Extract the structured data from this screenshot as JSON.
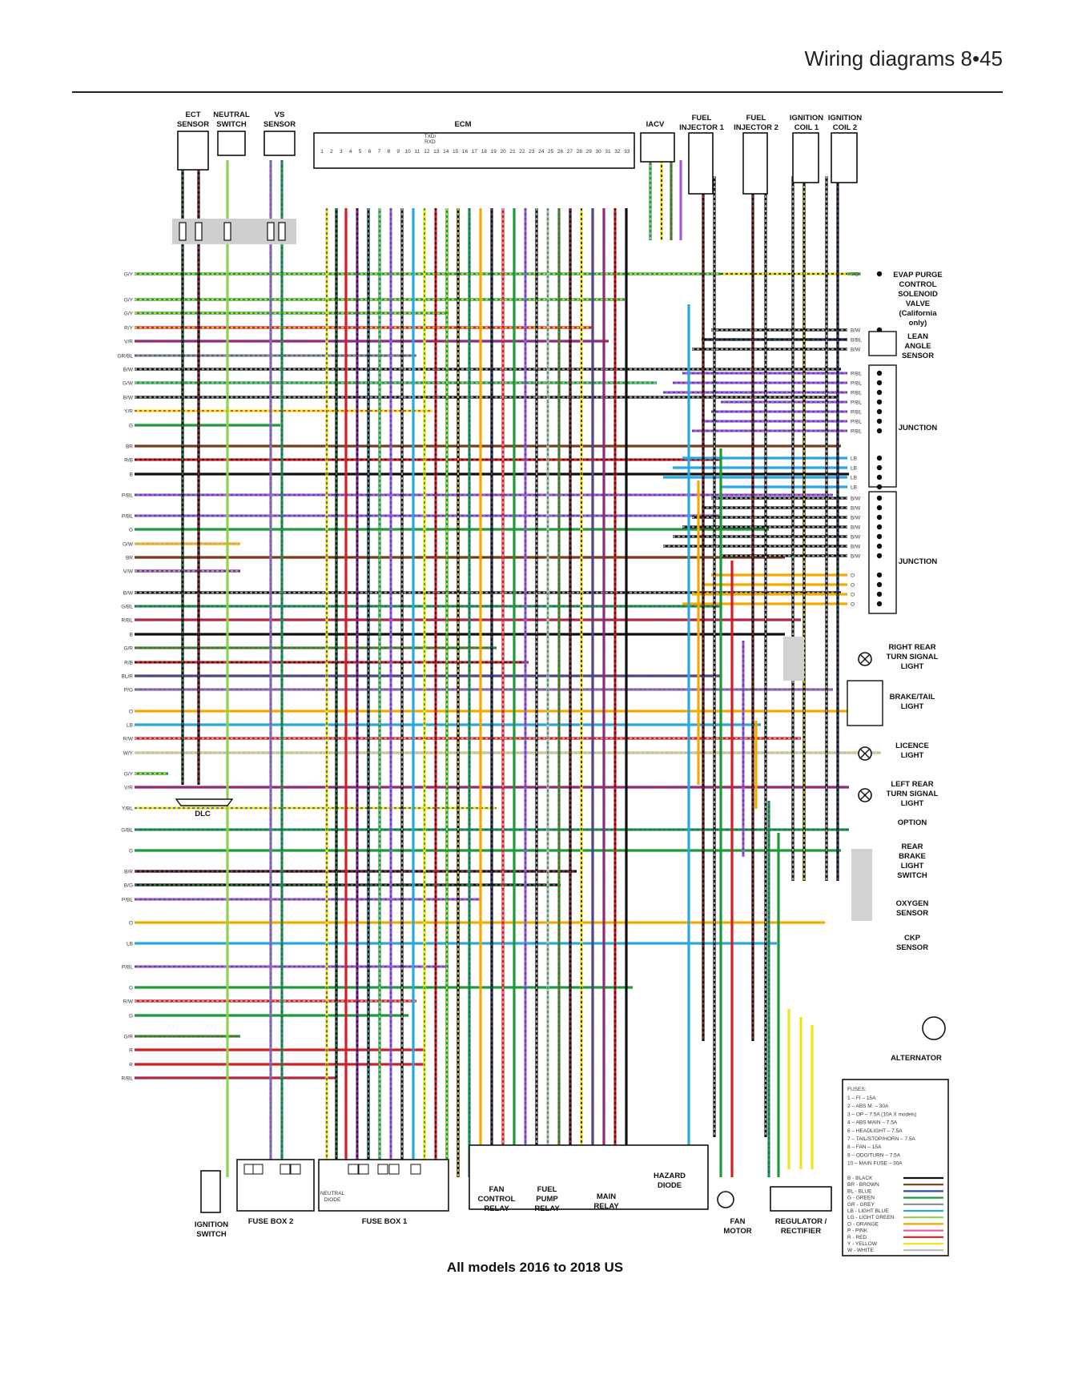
{
  "header": {
    "title": "Wiring diagrams  8•45"
  },
  "caption": "All models 2016 to 2018 US",
  "components": {
    "ect": [
      "ECT",
      "SENSOR"
    ],
    "neutral": [
      "NEUTRAL",
      "SWITCH"
    ],
    "vs": [
      "VS",
      "SENSOR"
    ],
    "ecm": [
      "ECM"
    ],
    "ecm_sub": [
      "TXD/",
      "RXD"
    ],
    "iacv": [
      "IACV"
    ],
    "inj1": [
      "FUEL",
      "INJECTOR 1"
    ],
    "inj2": [
      "FUEL",
      "INJECTOR 2"
    ],
    "coil1": [
      "IGNITION",
      "COIL 1"
    ],
    "coil2": [
      "IGNITION",
      "COIL 2"
    ],
    "evap": [
      "EVAP PURGE",
      "CONTROL",
      "SOLENOID",
      "VALVE",
      "(California",
      "only)"
    ],
    "lean": [
      "LEAN",
      "ANGLE",
      "SENSOR"
    ],
    "junction1": [
      "JUNCTION"
    ],
    "junction2": [
      "JUNCTION"
    ],
    "rr_turn": [
      "RIGHT REAR",
      "TURN SIGNAL",
      "LIGHT"
    ],
    "brake_tail": [
      "BRAKE/TAIL",
      "LIGHT"
    ],
    "licence": [
      "LICENCE",
      "LIGHT"
    ],
    "lr_turn": [
      "LEFT REAR",
      "TURN SIGNAL",
      "LIGHT"
    ],
    "option": [
      "OPTION"
    ],
    "rear_brake": [
      "REAR",
      "BRAKE",
      "LIGHT",
      "SWITCH"
    ],
    "oxygen": [
      "OXYGEN",
      "SENSOR"
    ],
    "ckp": [
      "CKP",
      "SENSOR"
    ],
    "alternator": [
      "ALTERNATOR"
    ],
    "dlc": [
      "DLC"
    ],
    "ign_switch": [
      "IGNITION",
      "SWITCH"
    ],
    "fuse2": [
      "FUSE BOX 2"
    ],
    "fuse1": [
      "FUSE BOX 1"
    ],
    "neutral_diode": [
      "NEUTRAL",
      "DIODE"
    ],
    "fan_relay": [
      "FAN",
      "CONTROL",
      "RELAY"
    ],
    "pump_relay": [
      "FUEL",
      "PUMP",
      "RELAY"
    ],
    "main_relay": [
      "MAIN",
      "RELAY"
    ],
    "hazard": [
      "HAZARD",
      "DIODE"
    ],
    "fan_motor": [
      "FAN",
      "MOTOR"
    ],
    "regulator": [
      "REGULATOR /",
      "RECTIFIER"
    ]
  },
  "ecm_pins": [
    "1",
    "2",
    "3",
    "4",
    "5",
    "6",
    "7",
    "8",
    "9",
    "10",
    "11",
    "12",
    "13",
    "14",
    "15",
    "16",
    "17",
    "18",
    "19",
    "20",
    "21",
    "22",
    "23",
    "24",
    "25",
    "26",
    "27",
    "28",
    "29",
    "30",
    "31",
    "32",
    "33"
  ],
  "left_labels": [
    "G/Y",
    "G/Y",
    "G/Y",
    "R/Y",
    "V/R",
    "GR/BL",
    "B/W",
    "G/W",
    "B/W",
    "Y/R",
    "G",
    "BR",
    "R/B",
    "B",
    "P/BL",
    "P/BL",
    "G",
    "O/W",
    "BR",
    "V/W",
    "B/W",
    "G/BL",
    "R/BL",
    "B",
    "G/R",
    "R/B",
    "BL/R",
    "P/G",
    "O",
    "LB",
    "R/W",
    "W/Y",
    "G/Y",
    "V/R",
    "Y/BL",
    "G/BL",
    "G",
    "B/R",
    "B/G",
    "P/BL",
    "O",
    "LB",
    "P/BL",
    "G",
    "R/W",
    "G",
    "G/R",
    "R",
    "R",
    "R/BL"
  ],
  "right_labels": [
    "Y/B",
    "B/W",
    "B/BL",
    "B/W",
    "P/BL",
    "P/BL",
    "P/BL",
    "P/BL",
    "P/BL",
    "P/BL",
    "P/BL",
    "LB",
    "LB",
    "LB",
    "LB",
    "B/W",
    "B/W",
    "B/W",
    "B/W",
    "B/W",
    "B/W",
    "B/W",
    "O",
    "O",
    "O",
    "O"
  ],
  "fuses": {
    "title": "FUSES:",
    "items": [
      "1 – FI – 15A",
      "2 – ABS M. – 30A",
      "3 – OP – 7.5A (10A X models)",
      "4 – ABS MAIN – 7.5A",
      "6 – HEADLIGHT – 7.5A",
      "7 – TAIL/STOP/HORN – 7.5A",
      "8 – FAN – 15A",
      "9 – ODO/TURN – 7.5A",
      "10 – MAIN FUSE – 30A"
    ]
  },
  "legend": [
    {
      "text": "B - BLACK",
      "color": "#111111"
    },
    {
      "text": "BR - BROWN",
      "color": "#7a3b1a"
    },
    {
      "text": "BL - BLUE",
      "color": "#2c4fa3"
    },
    {
      "text": "G - GREEN",
      "color": "#1e9a3a"
    },
    {
      "text": "GR - GREY",
      "color": "#8c8c8c"
    },
    {
      "text": "LB - LIGHT BLUE",
      "color": "#29a8e0"
    },
    {
      "text": "LG - LIGHT GREEN",
      "color": "#8fd14f"
    },
    {
      "text": "O - ORANGE",
      "color": "#f2a900"
    },
    {
      "text": "P - PINK",
      "color": "#e85aa8"
    },
    {
      "text": "R - RED",
      "color": "#d21f26"
    },
    {
      "text": "Y - YELLOW",
      "color": "#f5e31a"
    },
    {
      "text": "W - WHITE",
      "color": "#bbbbbb"
    }
  ]
}
